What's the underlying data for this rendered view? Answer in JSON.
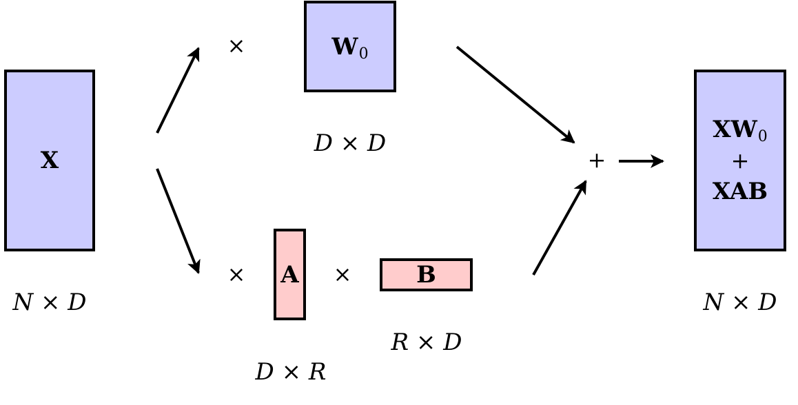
{
  "inputs": {
    "x_label": "X",
    "x_dim": "N × D"
  },
  "weights": {
    "w0_label": "W",
    "w0_sub": "0",
    "w0_dim": "D × D",
    "a_label": "A",
    "a_dim": "D × R",
    "b_label": "B",
    "b_dim": "R × D"
  },
  "operators": {
    "times": "×",
    "plus": "+"
  },
  "output": {
    "line1": "XW",
    "line1_sub": "0",
    "plus": "+",
    "line2": "XAB",
    "dim": "N × D"
  },
  "colors": {
    "frozen": "#ccccff",
    "trainable": "#ffcccc"
  }
}
